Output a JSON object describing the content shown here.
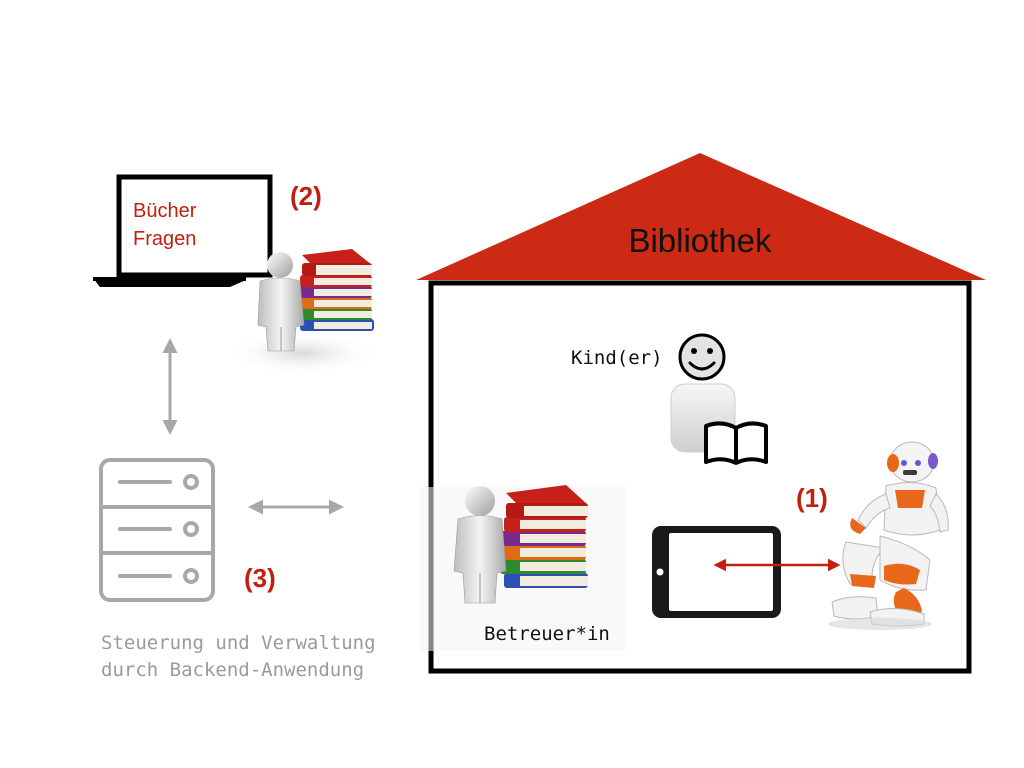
{
  "house": {
    "title": "Bibliothek"
  },
  "laptop": {
    "line1": "Bücher",
    "line2": "Fragen"
  },
  "labels": {
    "num2": "(2)",
    "num1": "(1)",
    "num3": "(3)",
    "child": "Kind(er)",
    "caregiver": "Betreuer*in"
  },
  "backend": {
    "line1": "Steuerung und Verwaltung",
    "line2": "durch Backend-Anwendung"
  },
  "colors": {
    "roof": "#cc2a14",
    "accent_red": "#c2200f",
    "grey": "#a8a8a8",
    "grey_text": "#9a9a9a"
  },
  "icons": {
    "librarian": "person-with-books-icon",
    "child": "child-reading-icon",
    "server": "server-icon",
    "laptop": "laptop-icon",
    "tablet": "tablet-icon",
    "robot": "nao-robot-icon"
  }
}
